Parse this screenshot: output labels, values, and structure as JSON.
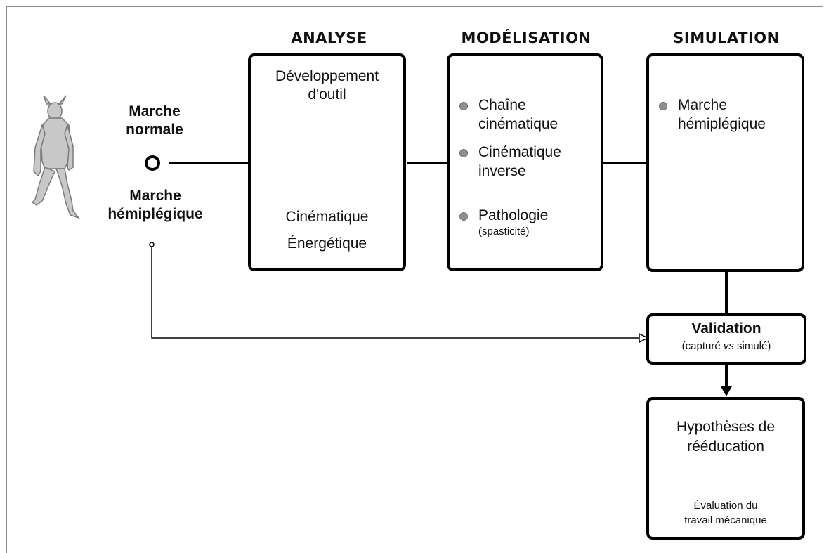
{
  "columns": {
    "analyse": "ANALYSE",
    "modelisation": "MODÉLISATION",
    "simulation": "SIMULATION"
  },
  "inputs": {
    "normal_line1": "Marche",
    "normal_line2": "normale",
    "hemi_line1": "Marche",
    "hemi_line2": "hémiplégique"
  },
  "analyse_box": {
    "top_line1": "Développement",
    "top_line2": "d'outil",
    "bottom_line1": "Cinématique",
    "bottom_line2": "Énergétique"
  },
  "modelisation_box": {
    "items": [
      {
        "line1": "Chaîne",
        "line2": "cinématique"
      },
      {
        "line1": "Cinématique",
        "line2": "inverse"
      },
      {
        "line1": "Pathologie",
        "line2": "(spasticité)"
      }
    ]
  },
  "simulation_box": {
    "line1": "Marche",
    "line2": "hémiplégique"
  },
  "validation_box": {
    "title": "Validation",
    "sub_before": "(capturé ",
    "sub_italic": "vs",
    "sub_after": " simulé)"
  },
  "hypotheses_box": {
    "line1": "Hypothèses de",
    "line2": "rééducation",
    "eval_line1": "Évaluation du",
    "eval_line2": "travail mécanique"
  },
  "colors": {
    "bullet": "#8f8f8f",
    "arrow_fill": "#9a9a9a",
    "figure": "#c8c8c8"
  },
  "icons": {
    "figure": "human-figure-icon",
    "down_arrow": "down-arrow-icon",
    "double_arrow": "double-arrow-icon"
  }
}
